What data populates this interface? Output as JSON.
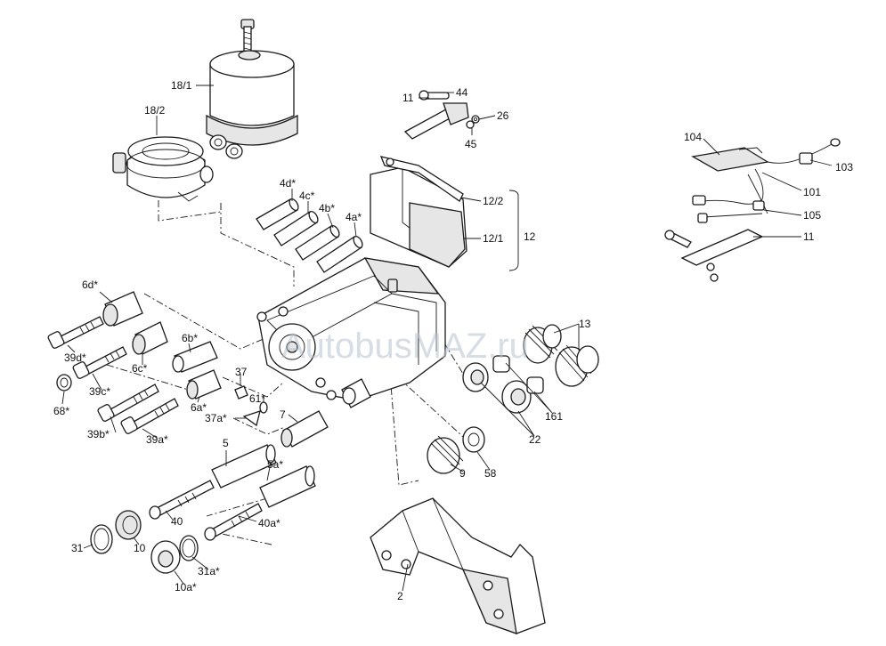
{
  "watermark": "AutobusMAZ.ru",
  "labels": {
    "l18_1": "18/1",
    "l18_2": "18/2",
    "l11a": "11",
    "l44": "44",
    "l26": "26",
    "l45": "45",
    "l12_2": "12/2",
    "l12_1": "12/1",
    "l12": "12",
    "l4d": "4d*",
    "l4c": "4c*",
    "l4b": "4b*",
    "l4a": "4a*",
    "l6d": "6d*",
    "l6c": "6c*",
    "l6b": "6b*",
    "l6a": "6a*",
    "l39d": "39d*",
    "l39c": "39c*",
    "l39b": "39b*",
    "l39a": "39a*",
    "l68": "68*",
    "l37": "37",
    "l61": "61*",
    "l37a": "37a*",
    "l7": "7",
    "l5": "5",
    "l5a": "5a*",
    "l40": "40",
    "l40a": "40a*",
    "l31": "31",
    "l10": "10",
    "l10a": "10a*",
    "l31a": "31a*",
    "l13": "13",
    "l161": "161",
    "l22": "22",
    "l9": "9",
    "l58": "58",
    "l2": "2",
    "l104": "104",
    "l103": "103",
    "l101": "101",
    "l105": "105",
    "l11b": "11"
  }
}
